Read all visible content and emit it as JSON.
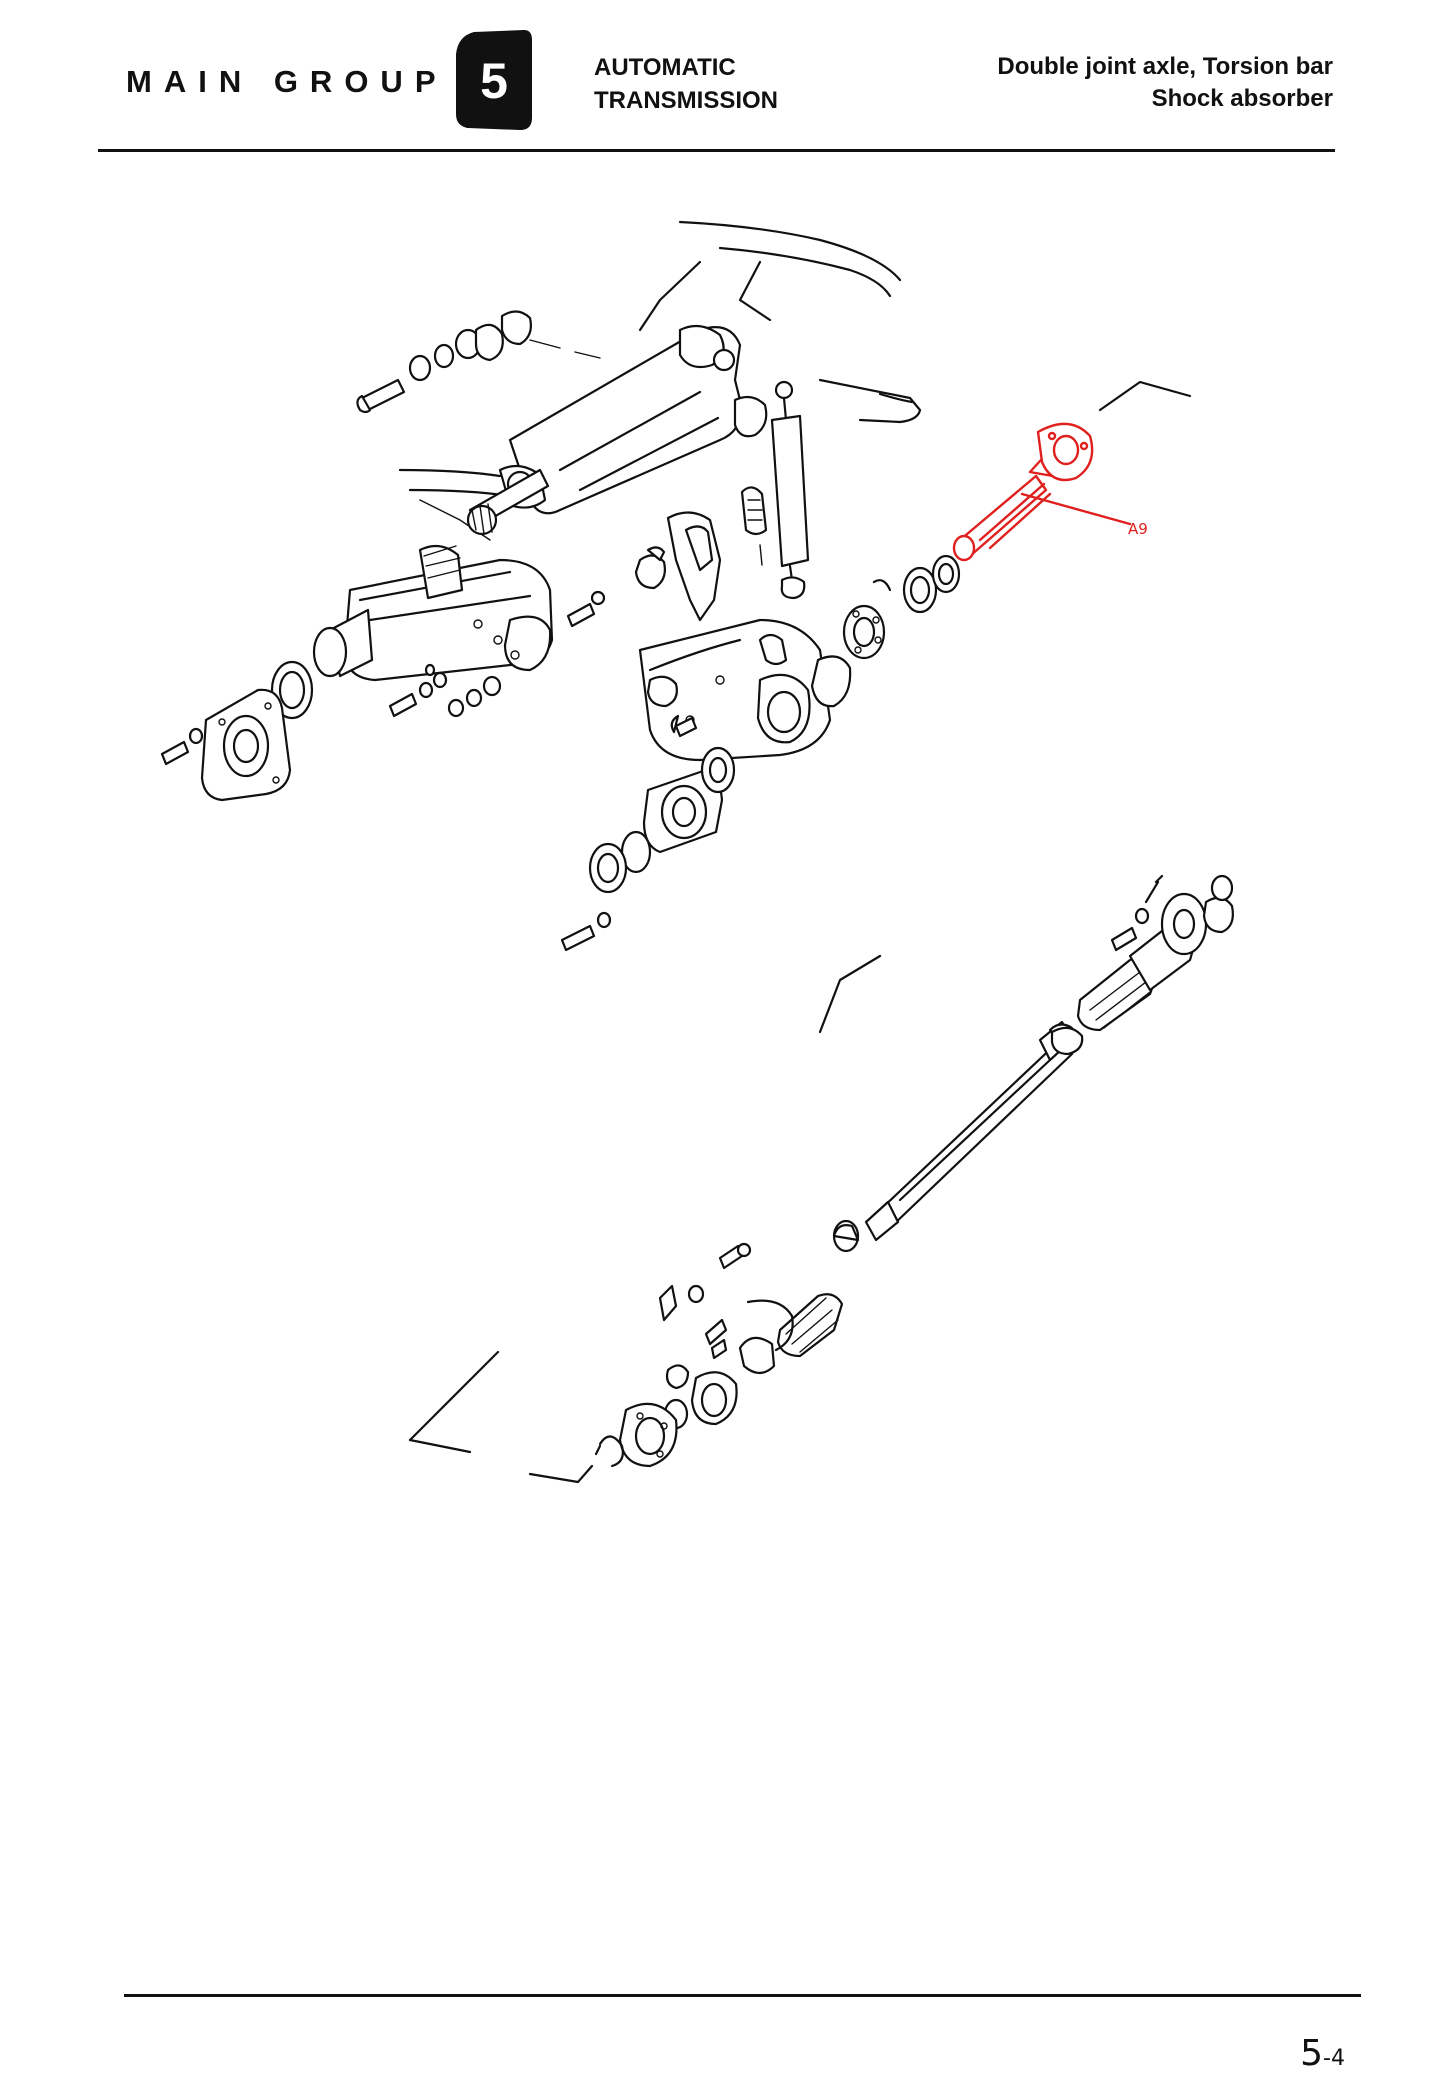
{
  "header": {
    "main_group_label": "MAIN GROUP",
    "group_number": "5",
    "group_title_line1": "AUTOMATIC",
    "group_title_line2": "TRANSMISSION",
    "section_title_line1": "Double joint axle, Torsion bar",
    "section_title_line2": "Shock absorber"
  },
  "diagram": {
    "callouts": [
      {
        "label": "A9",
        "color": "#e0201e"
      }
    ]
  },
  "footer": {
    "page_major": "5",
    "page_minor": "4"
  },
  "colors": {
    "ink": "#111111",
    "highlight": "#e0201e",
    "paper": "#ffffff"
  }
}
